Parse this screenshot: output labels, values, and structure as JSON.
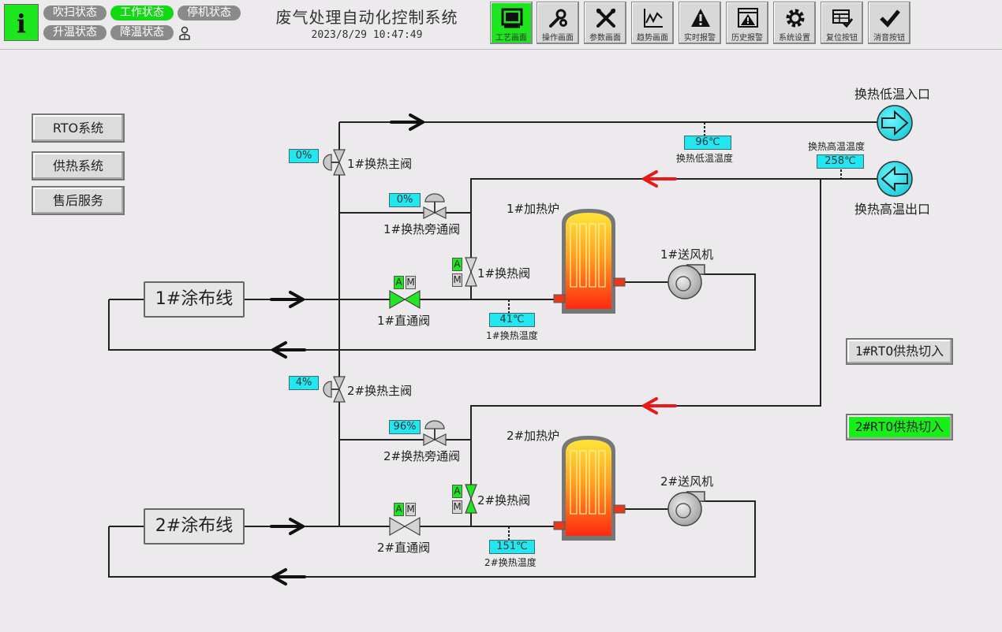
{
  "header": {
    "title": "废气处理自动化控制系统",
    "datetime": "2023/8/29 10:47:49",
    "info_glyph": "i",
    "status_pills": [
      {
        "label": "吹扫状态",
        "active": false
      },
      {
        "label": "工作状态",
        "active": true
      },
      {
        "label": "停机状态",
        "active": false
      },
      {
        "label": "升温状态",
        "active": false
      },
      {
        "label": "降温状态",
        "active": false
      }
    ],
    "user_icon": "user-icon"
  },
  "nav": [
    {
      "label": "工艺画面",
      "icon": "monitor-icon",
      "active": true
    },
    {
      "label": "操作画面",
      "icon": "wrench-gear-icon",
      "active": false
    },
    {
      "label": "参数画面",
      "icon": "tools-icon",
      "active": false
    },
    {
      "label": "趋势画面",
      "icon": "trend-chart-icon",
      "active": false
    },
    {
      "label": "实时报警",
      "icon": "warning-icon",
      "active": false
    },
    {
      "label": "历史报警",
      "icon": "alarm-history-icon",
      "active": false
    },
    {
      "label": "系统设置",
      "icon": "gear-icon",
      "active": false
    },
    {
      "label": "复位按钮",
      "icon": "reset-table-icon",
      "active": false
    },
    {
      "label": "消音按钮",
      "icon": "checkmark-icon",
      "active": false
    }
  ],
  "sidebar": {
    "buttons": [
      {
        "label": "RTO系统"
      },
      {
        "label": "供热系统"
      },
      {
        "label": "售后服务"
      }
    ]
  },
  "rto_buttons": [
    {
      "label": "1#RTO供热切入",
      "on": false
    },
    {
      "label": "2#RTO供热切入",
      "on": true
    }
  ],
  "inlet": {
    "label": "换热低温入口",
    "temp_label": "换热低温温度",
    "temp": "96℃"
  },
  "outlet": {
    "label": "换热高温出口",
    "temp_label": "换热高温温度",
    "temp": "258℃"
  },
  "line1": {
    "coating_line": "1#涂布线",
    "main_valve": {
      "label": "1#换热主阀",
      "opening": "0%"
    },
    "bypass_valve": {
      "label": "1#换热旁通阀",
      "opening": "0%"
    },
    "hx_valve": {
      "label": "1#换热阀",
      "a": "A",
      "m": "M"
    },
    "direct_valve": {
      "label": "1#直通阀",
      "a": "A",
      "m": "M"
    },
    "furnace": "1#加热炉",
    "fan": "1#送风机",
    "hx_temp_label": "1#换热温度",
    "hx_temp": "41℃"
  },
  "line2": {
    "coating_line": "2#涂布线",
    "main_valve": {
      "label": "2#换热主阀",
      "opening": "4%"
    },
    "bypass_valve": {
      "label": "2#换热旁通阀",
      "opening": "96%"
    },
    "hx_valve": {
      "label": "2#换热阀",
      "a": "A",
      "m": "M"
    },
    "direct_valve": {
      "label": "2#直通阀",
      "a": "A",
      "m": "M"
    },
    "furnace": "2#加热炉",
    "fan": "2#送风机",
    "hx_temp_label": "2#换热温度",
    "hx_temp": "151℃"
  },
  "colors": {
    "active_green": "#1ee61e",
    "display_cyan": "#22e6f0",
    "return_arrow_red": "#e81818",
    "pipe": "#222222"
  }
}
